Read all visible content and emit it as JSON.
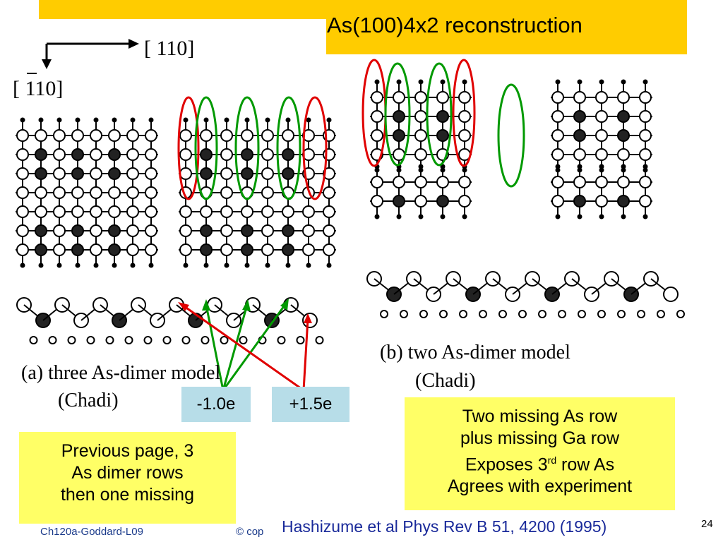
{
  "slide": {
    "title": "As(100)4x2  reconstruction",
    "page_number": "24"
  },
  "figure": {
    "direction_x": "[ 110]",
    "direction_y": "[ 110]",
    "caption_a_line1": "(a) three As-dimer model",
    "caption_a_line2": "(Chadi)",
    "caption_b_line1": "(b) two As-dimer model",
    "caption_b_line2": "(Chadi)"
  },
  "charges": {
    "negative": "-1.0e",
    "positive": "+1.5e"
  },
  "notes": {
    "left": [
      "Previous page, 3",
      "As dimer rows",
      "then one missing"
    ],
    "right_line1": "Two missing As row",
    "right_line2": "plus missing Ga row",
    "right_line3_pre": "Exposes 3",
    "right_line3_sup": "rd",
    "right_line3_post": " row As",
    "right_line4": "Agrees with experiment"
  },
  "footer": {
    "course": "Ch120a-Goddard-L09",
    "copyright": "© cop",
    "citation": "Hashizume et al Phys Rev B 51, 4200 (1995)"
  },
  "colors": {
    "title_bg": "#FFCC00",
    "charge_bg": "#B7DDE8",
    "note_bg": "#FFFF66",
    "red": "#E00000",
    "green": "#009900"
  }
}
